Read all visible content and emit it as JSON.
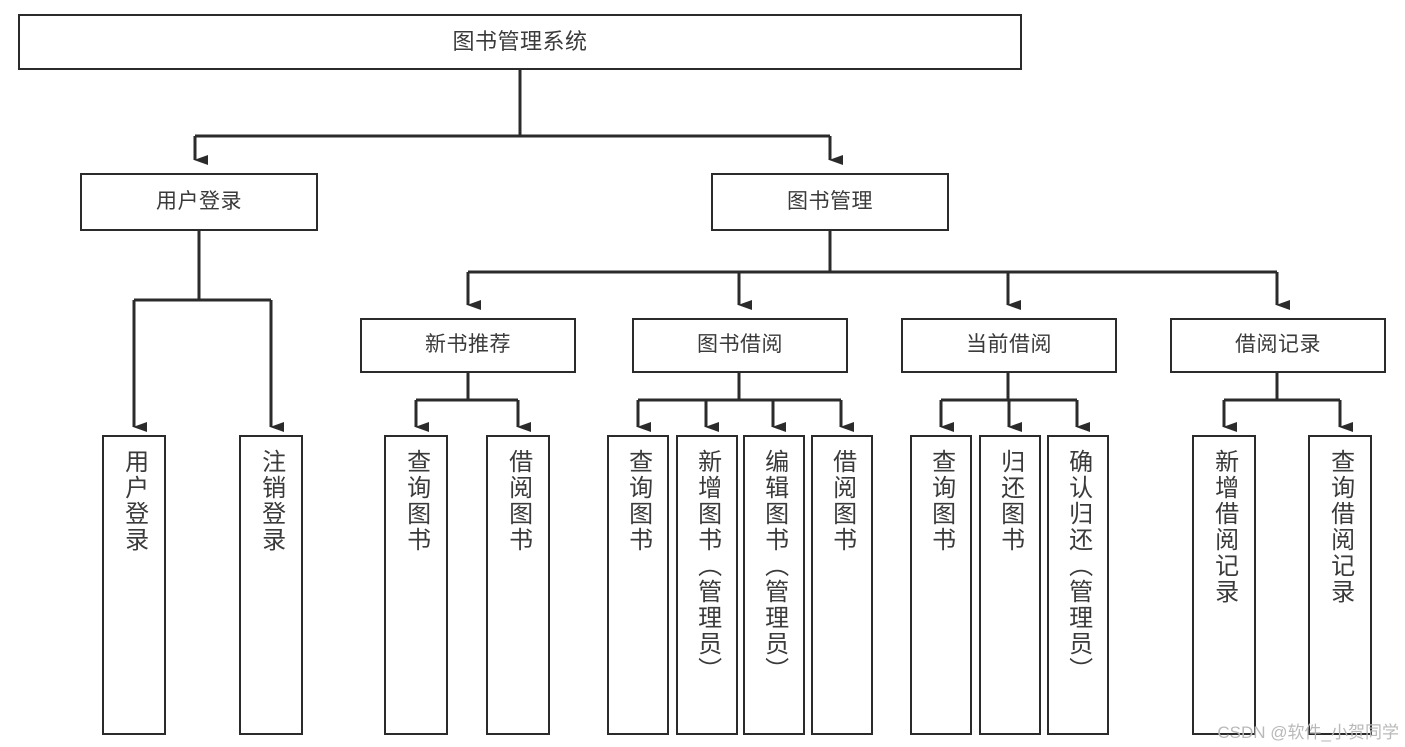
{
  "diagram": {
    "type": "tree",
    "title": "图书管理系统",
    "style": {
      "box_stroke": "#2b2b2b",
      "box_fill": "#ffffff",
      "text_color": "#3a3a3a",
      "edge_color": "#2b2b2b",
      "background": "#ffffff"
    },
    "nodes": {
      "root": {
        "label": "图书管理系统"
      },
      "level1": [
        {
          "id": "user_login",
          "label": "用户登录"
        },
        {
          "id": "book_manage",
          "label": "图书管理"
        }
      ],
      "level2": [
        {
          "id": "new_book_rec",
          "label": "新书推荐"
        },
        {
          "id": "book_borrow",
          "label": "图书借阅"
        },
        {
          "id": "current_borrow",
          "label": "当前借阅"
        },
        {
          "id": "borrow_record",
          "label": "借阅记录"
        }
      ],
      "leaves": {
        "user_login": [
          {
            "id": "leaf_user_login",
            "label": "用户登录"
          },
          {
            "id": "leaf_logout",
            "label": "注销登录"
          }
        ],
        "new_book_rec": [
          {
            "id": "leaf_query_book_1",
            "label": "查询图书"
          },
          {
            "id": "leaf_borrow_book_1",
            "label": "借阅图书"
          }
        ],
        "book_borrow": [
          {
            "id": "leaf_query_book_2",
            "label": "查询图书"
          },
          {
            "id": "leaf_add_book",
            "label": "新增图书（管理员）"
          },
          {
            "id": "leaf_edit_book",
            "label": "编辑图书（管理员）"
          },
          {
            "id": "leaf_borrow_book_2",
            "label": "借阅图书"
          }
        ],
        "current_borrow": [
          {
            "id": "leaf_query_book_3",
            "label": "查询图书"
          },
          {
            "id": "leaf_return_book",
            "label": "归还图书"
          },
          {
            "id": "leaf_confirm_return",
            "label": "确认归还（管理员）"
          }
        ],
        "borrow_record": [
          {
            "id": "leaf_add_record",
            "label": "新增借阅记录"
          },
          {
            "id": "leaf_query_record",
            "label": "查询借阅记录"
          }
        ]
      }
    }
  },
  "watermark": {
    "text": "CSDN @软件_小贺同学"
  }
}
